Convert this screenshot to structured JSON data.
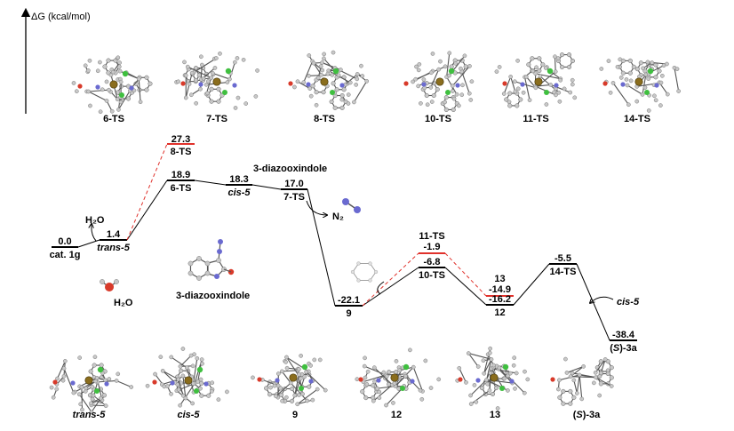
{
  "axis": {
    "label": "ΔG (kcal/mol)"
  },
  "levels": [
    {
      "id": "cat",
      "value": "0.0",
      "label": "cat. 1g",
      "italic": false,
      "color": "#000000"
    },
    {
      "id": "trans5",
      "value": "1.4",
      "label": "trans-5",
      "italic": true,
      "color": "#000000"
    },
    {
      "id": "ts6",
      "value": "18.9",
      "label": "6-TS",
      "italic": false,
      "color": "#000000"
    },
    {
      "id": "ts8",
      "value": "27.3",
      "label": "8-TS",
      "italic": false,
      "color": "#e0312b"
    },
    {
      "id": "cis5",
      "value": "18.3",
      "label": "cis-5",
      "italic": true,
      "color": "#000000"
    },
    {
      "id": "ts7",
      "value": "17.0",
      "label": "7-TS",
      "italic": false,
      "color": "#000000"
    },
    {
      "id": "i9",
      "value": "-22.1",
      "label": "9",
      "italic": false,
      "color": "#000000"
    },
    {
      "id": "ts10",
      "value": "-6.8",
      "label": "10-TS",
      "italic": false,
      "color": "#000000"
    },
    {
      "id": "ts11",
      "value": "-1.9",
      "label": "11-TS",
      "italic": false,
      "color": "#e0312b"
    },
    {
      "id": "i13",
      "value": "-14.9",
      "label": "13",
      "italic": false,
      "color": "#e0312b"
    },
    {
      "id": "i12",
      "value": "-16.2",
      "label": "12",
      "italic": false,
      "color": "#000000"
    },
    {
      "id": "ts14",
      "value": "-5.5",
      "label": "14-TS",
      "italic": false,
      "color": "#000000"
    },
    {
      "id": "s3a",
      "value": "-38.4",
      "label_prefix": "(",
      "label_italic": "S",
      "label_suffix": ")-3a",
      "color": "#000000"
    }
  ],
  "annotations": {
    "h2o_top": "H₂O",
    "h2o_bottom": "H₂O",
    "diazo_top": "3-diazooxindole",
    "diazo_middle": "3-diazooxindole",
    "n2": "N₂",
    "cis5_right": "cis-5"
  },
  "top_structures": [
    "6-TS",
    "7-TS",
    "8-TS",
    "10-TS",
    "11-TS",
    "14-TS"
  ],
  "bottom_structures": [
    {
      "text": "trans-5",
      "italic": true
    },
    {
      "text": "cis-5",
      "italic": true
    },
    {
      "text": "9",
      "italic": false
    },
    {
      "text": "12",
      "italic": false
    },
    {
      "text": "13",
      "italic": false
    },
    {
      "text": "(S)-3a",
      "italic": false
    }
  ],
  "colors": {
    "black_path": "#000000",
    "red_path": "#e0312b",
    "atom_gray": "#c8c8c8",
    "atom_metal": "#8a6d1d",
    "atom_cl": "#3fbf3f",
    "atom_n": "#6a6ad0",
    "atom_o": "#d83a2a"
  }
}
